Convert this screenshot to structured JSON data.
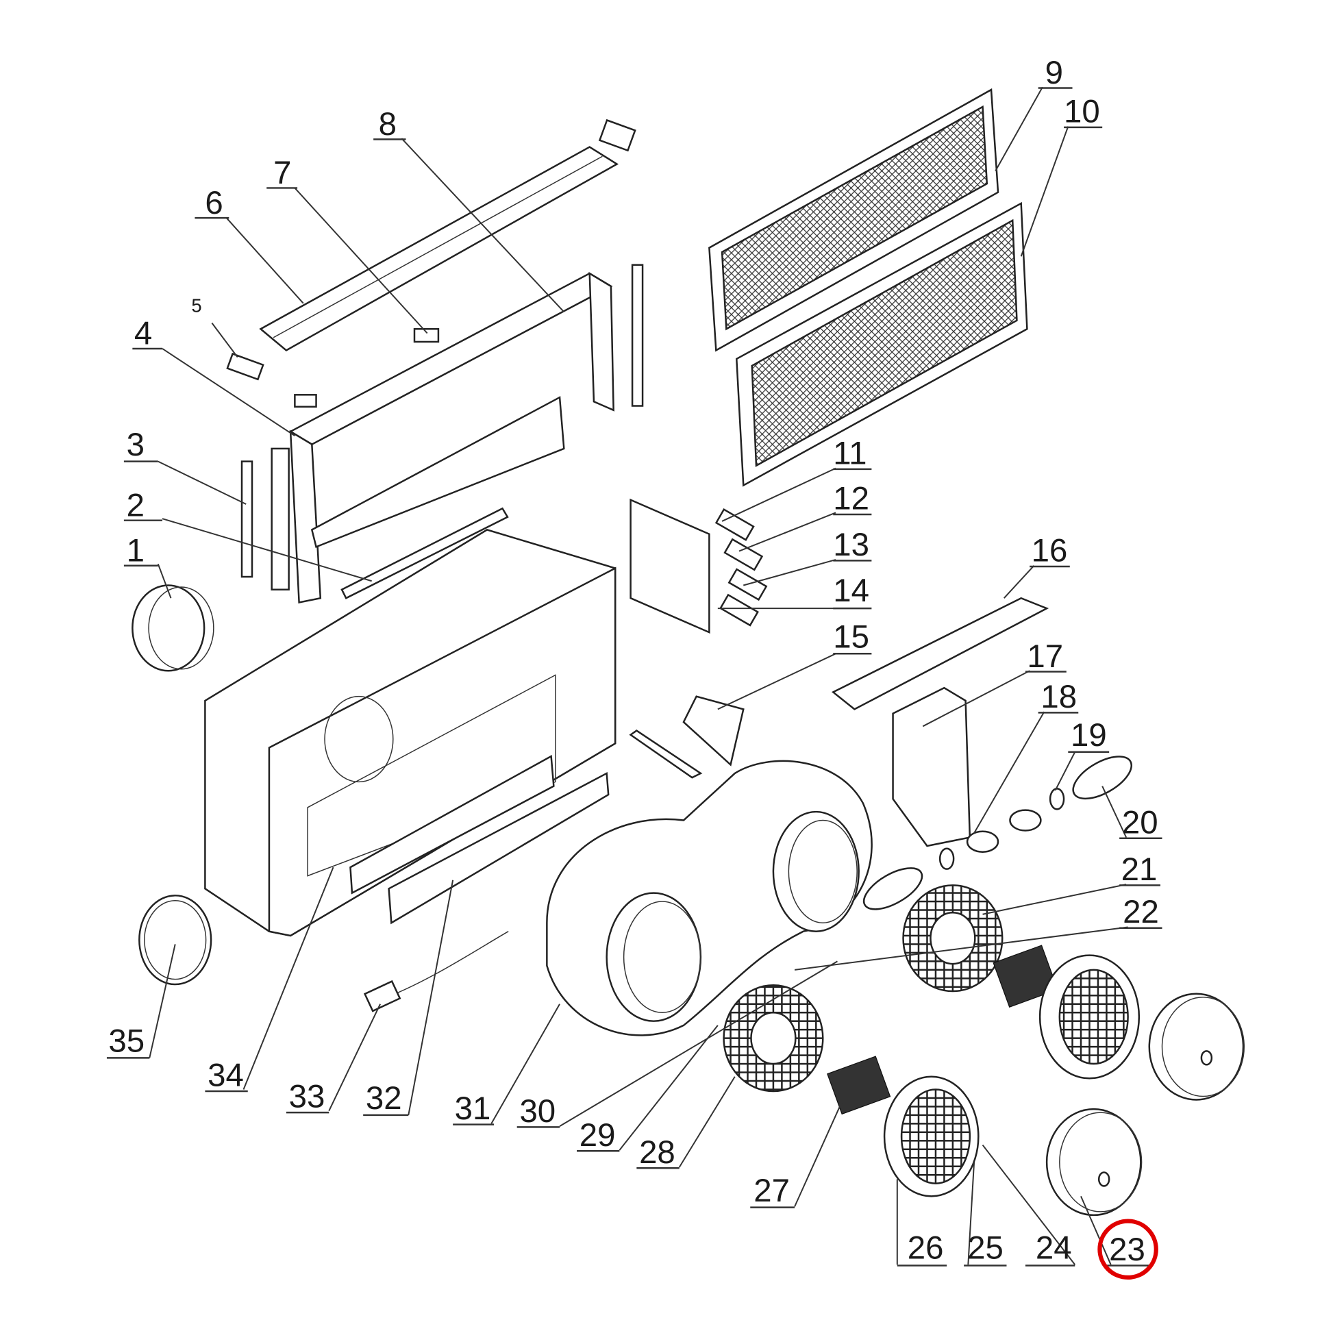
{
  "diagram": {
    "title": "Exploded parts view - cooker hood",
    "highlight_color": "#e00000",
    "highlighted_part": "23",
    "labels": [
      "1",
      "2",
      "3",
      "4",
      "5",
      "6",
      "7",
      "8",
      "9",
      "10",
      "11",
      "12",
      "13",
      "14",
      "15",
      "16",
      "17",
      "18",
      "19",
      "20",
      "21",
      "22",
      "23",
      "24",
      "25",
      "26",
      "27",
      "28",
      "29",
      "30",
      "31",
      "32",
      "33",
      "34",
      "35"
    ]
  }
}
